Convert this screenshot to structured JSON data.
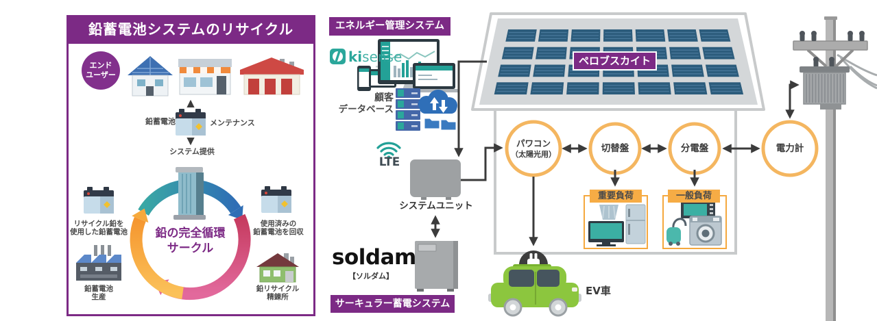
{
  "colors": {
    "purple": "#7C2A85",
    "teal": "#2BA79B",
    "orange_accent": "#F5A83D",
    "arrow_gray": "#3B3B3B",
    "solar_cell_blue": "#2C5C7C",
    "ev_green": "#8CC63E"
  },
  "left_panel": {
    "title": "鉛蓄電池システムのリサイクル",
    "end_user_line1": "エンド",
    "end_user_line2": "ユーザー",
    "battery_label": "鉛蓄電池",
    "maintenance_label": "メンテナンス",
    "system_provision_label": "システム提供",
    "cycle_title_line1": "鉛の完全循環",
    "cycle_title_line2": "サークル",
    "recycled_battery_line1": "リサイクル鉛を",
    "recycled_battery_line2": "使用した鉛蓄電池",
    "collection_line1": "使用済みの",
    "collection_line2": "鉛蓄電池を回収",
    "production_line1": "鉛蓄電池",
    "production_line2": "生産",
    "refinery_line1": "鉛リサイクル",
    "refinery_line2": "精錬所"
  },
  "ems": {
    "badge": "エネルギー管理システム",
    "kisense_bold": "ki",
    "kisense_light": "sense",
    "customer_db_line1": "顧客",
    "customer_db_line2": "データベース",
    "lte_label": "LTE",
    "system_unit_label": "システムユニット",
    "soldam_logo": "soldam",
    "soldam_reading": "【ソルダム】",
    "storage_badge": "サーキュラー蓄電システム"
  },
  "house": {
    "perovskite_badge": "ペロブスカイト",
    "pcs_line1": "パワコン",
    "pcs_line2": "（太陽光用）",
    "switchboard_label": "切替盤",
    "distribution_label": "分電盤",
    "meter_label": "電力計",
    "critical_load_badge": "重要負荷",
    "general_load_badge": "一般負荷",
    "ev_label": "EV車"
  }
}
